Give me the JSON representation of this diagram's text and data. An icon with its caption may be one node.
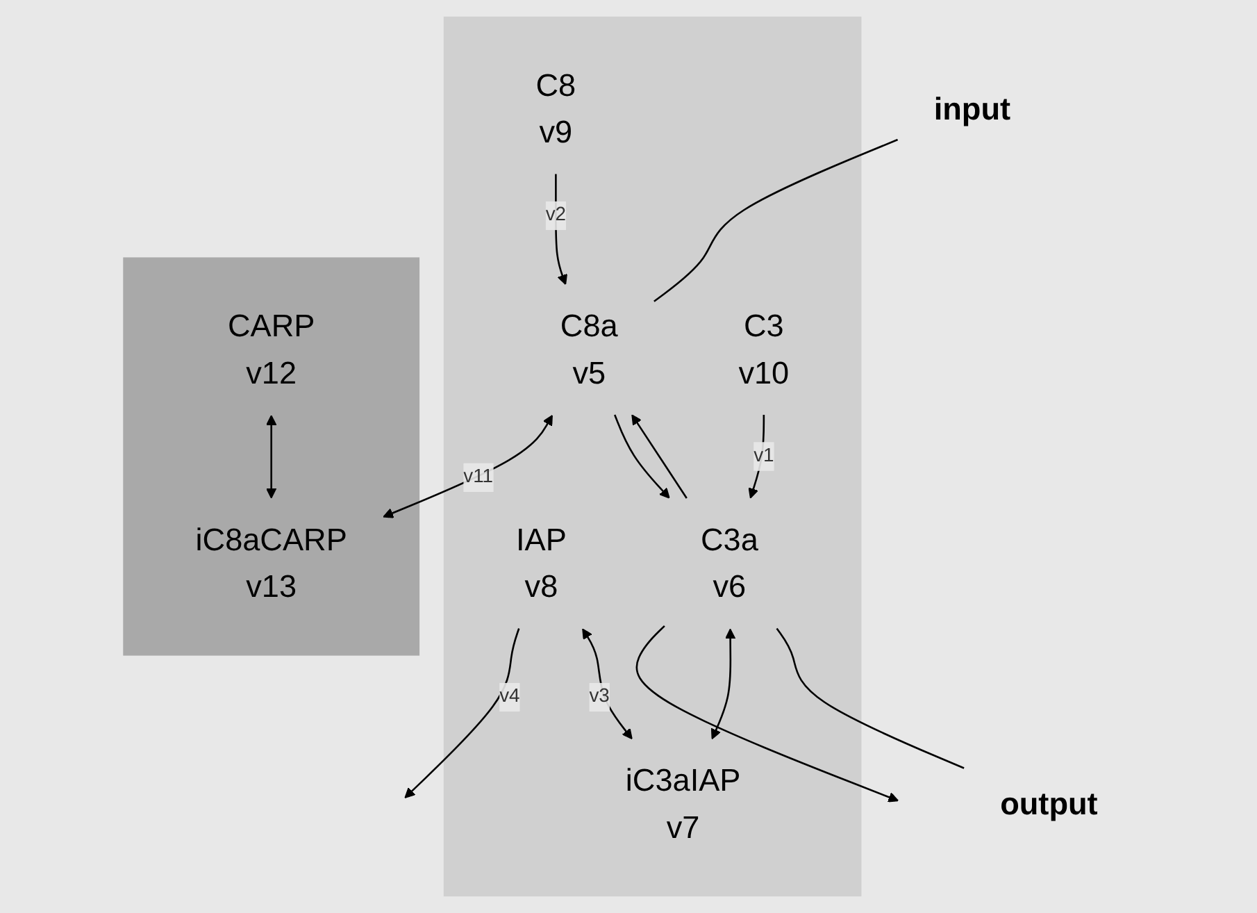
{
  "diagram": {
    "nodes": [
      {
        "text": [],
        "shape": "band"
      },
      {
        "text": [],
        "shape": "band"
      },
      {
        "text": [
          "C8"
        ],
        "in": 0,
        "beside": [
          "v9"
        ]
      },
      {
        "text": [
          "C8a"
        ],
        "in": 0,
        "beside": [
          "v5"
        ]
      },
      {
        "text": [
          "iC8aCARP"
        ],
        "in": 1,
        "beside": [
          "v13"
        ]
      },
      {
        "text": [
          "CARP"
        ],
        "in": 1,
        "beside": [
          "v12"
        ]
      },
      {
        "text": [
          "IAP"
        ],
        "in": 0,
        "beside": [
          "v8"
        ]
      },
      {
        "text": [
          "C3a"
        ],
        "in": 0,
        "beside": [
          "v6"
        ]
      },
      {
        "text": [
          "C3"
        ],
        "in": 0,
        "beside": [
          "v10"
        ]
      },
      {
        "text": [
          "iC3aIAP"
        ],
        "in": 0,
        "beside": [
          "v7"
        ]
      },
      {
        "text": [
          "input"
        ]
      },
      {
        "text": [
          "output"
        ]
      }
    ],
    "edges": [
      {
        "from": 10,
        "to": 3,
        "arrow": "none"
      },
      {
        "from": 2,
        "to": 3,
        "arrow": "to",
        "label": "v2"
      },
      {
        "from": 7,
        "to": 3,
        "arrow": "to"
      },
      {
        "from": 3,
        "to": 4,
        "arrow": "both",
        "label": "v11"
      },
      {
        "from": 5,
        "to": 4,
        "arrow": "both"
      },
      {
        "from": 3,
        "to": 7,
        "arrow": "to"
      },
      {
        "from": 8,
        "to": 7,
        "arrow": "to",
        "label": "v1"
      },
      {
        "from": 6,
        "to": null,
        "arrow": "to",
        "label": "v4"
      },
      {
        "from": 7,
        "to": null,
        "arrow": "to"
      },
      {
        "from": 6,
        "to": 9,
        "arrow": "both",
        "label": "v3"
      },
      {
        "from": 7,
        "to": 9,
        "arrow": "both"
      },
      {
        "from": 7,
        "to": 11,
        "arrow": "none"
      }
    ]
  }
}
